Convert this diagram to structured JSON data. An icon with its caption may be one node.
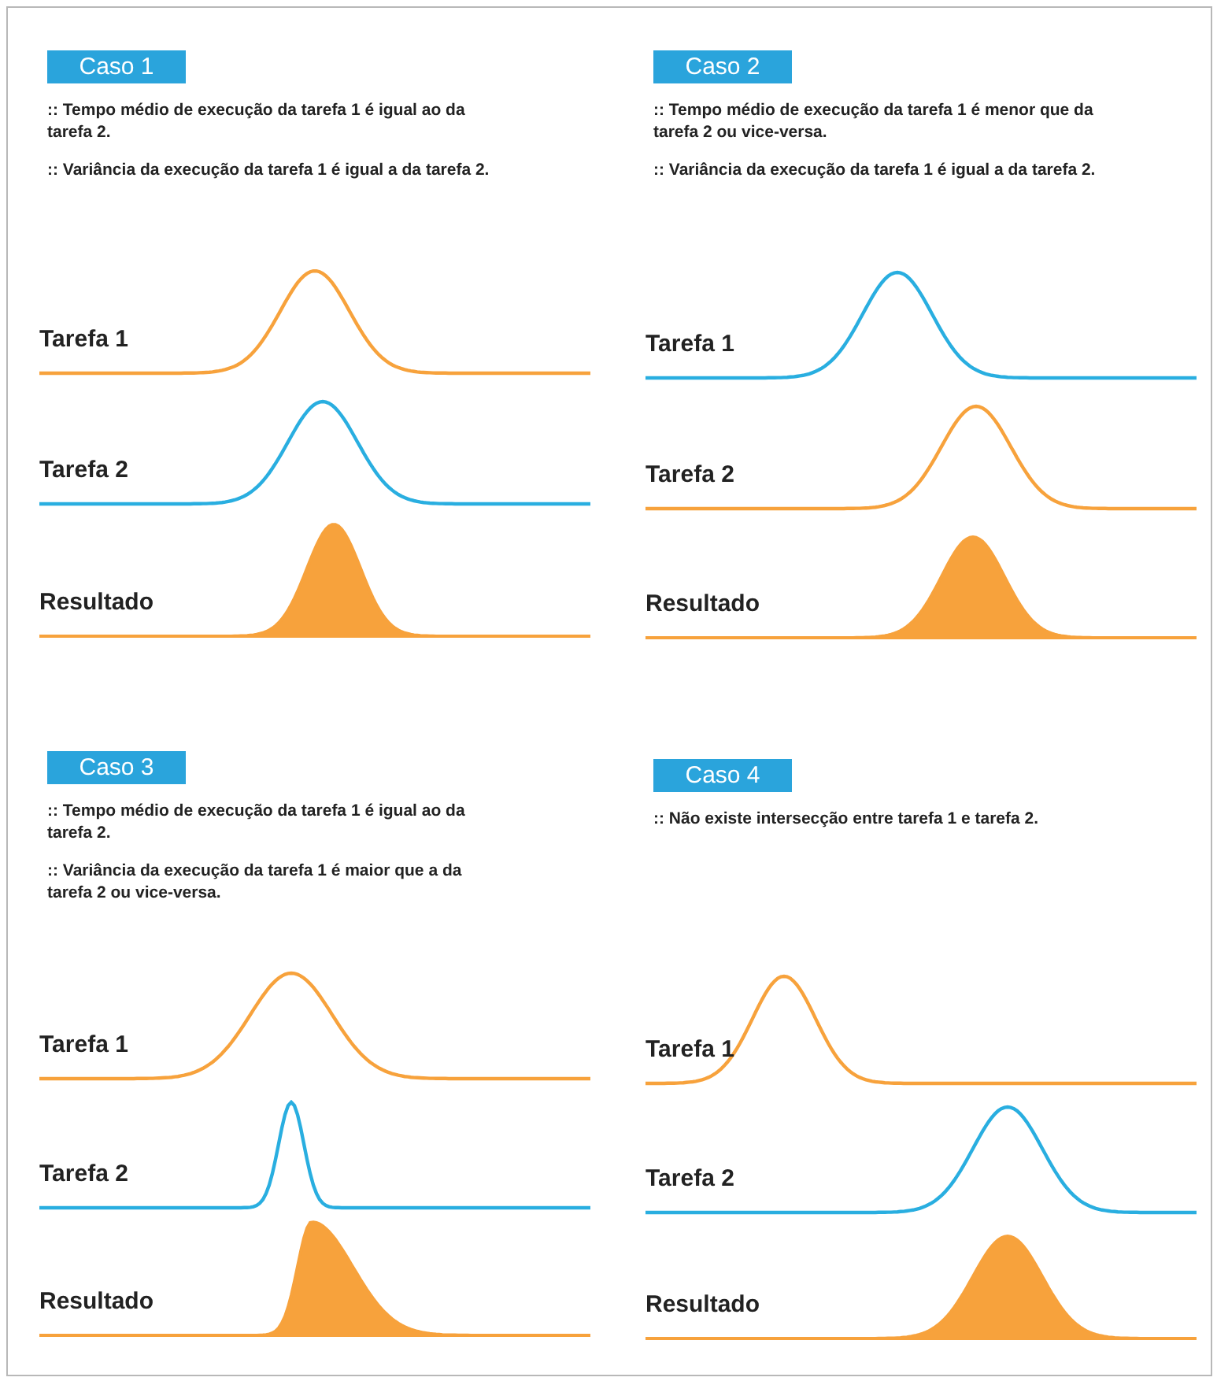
{
  "diagram": {
    "nodes": [
      {
        "text": [
          "Caso 1"
        ]
      },
      {
        "text": [
          "Caso 2"
        ]
      },
      {
        "text": [
          "Caso 3"
        ]
      },
      {
        "text": [
          "Caso 4"
        ]
      }
    ],
    "labels": [
      ":: Tempo médio de execução da tarefa 1 é igual ao da tarefa 2.",
      ":: Variância da execução da tarefa 1 é igual a da tarefa 2.",
      "Tarefa 1",
      "Tarefa 2",
      "Resultado",
      ":: Tempo médio de execução da tarefa 1 é menor que da tarefa 2 ou vice-versa.",
      ":: Variância da execução da tarefa 1 é igual a da tarefa 2.",
      "Tarefa 1",
      "Tarefa 2",
      "Resultado",
      ":: Tempo médio de execução da tarefa 1 é igual ao da tarefa 2.",
      ":: Variância da execução da tarefa 1 é maior que a da tarefa 2 ou vice-versa.",
      "Tarefa 1",
      "Tarefa 2",
      "Resultado",
      ":: Não existe intersecção entre tarefa 1 e tarefa 2.",
      "Tarefa 1",
      "Tarefa 2",
      "Resultado"
    ]
  }
}
